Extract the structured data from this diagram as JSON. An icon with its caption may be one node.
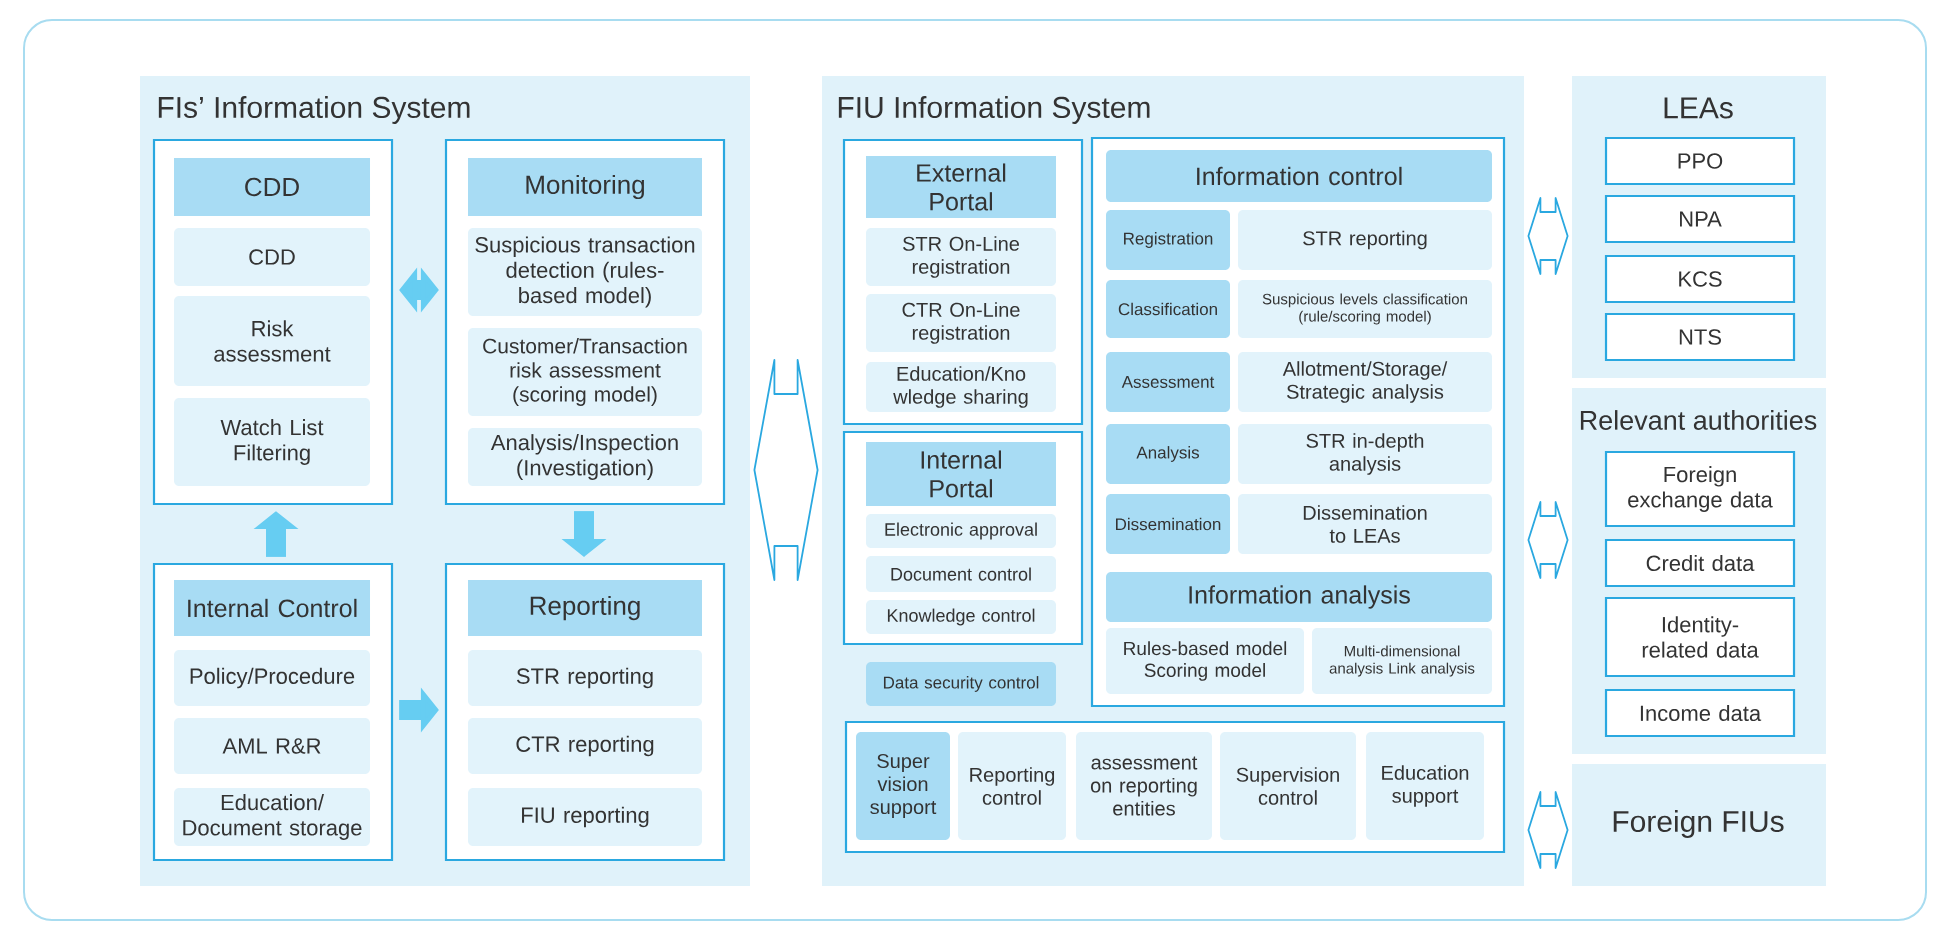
{
  "diagram": {
    "nodes": [
      {
        "text": [
          "FIs’ Information System"
        ]
      },
      {
        "text": [
          "CDD"
        ],
        "in": 0
      },
      {
        "text": [
          "CDD"
        ],
        "in": 1
      },
      {
        "text": [
          "Risk assessment"
        ],
        "in": 1
      },
      {
        "text": [
          "Watch List Filtering"
        ],
        "in": 1
      },
      {
        "text": [
          "Monitoring"
        ],
        "in": 0
      },
      {
        "text": [
          "Suspicious transaction detection (rules-based model)"
        ],
        "in": 5
      },
      {
        "text": [
          "Customer/Transaction risk assessment (scoring model)"
        ],
        "in": 5
      },
      {
        "text": [
          "Analysis/Inspection (Investigation)"
        ],
        "in": 5
      },
      {
        "text": [
          "Internal Control"
        ],
        "in": 0
      },
      {
        "text": [
          "Policy/Procedure"
        ],
        "in": 9
      },
      {
        "text": [
          "AML R&R"
        ],
        "in": 9
      },
      {
        "text": [
          "Education/ Document storage"
        ],
        "in": 9
      },
      {
        "text": [
          "Reporting"
        ],
        "in": 0
      },
      {
        "text": [
          "STR reporting"
        ],
        "in": 13
      },
      {
        "text": [
          "CTR reporting"
        ],
        "in": 13
      },
      {
        "text": [
          "FIU reporting"
        ],
        "in": 13
      },
      {
        "text": [
          "FIU Information System"
        ]
      },
      {
        "text": [
          "External Portal"
        ],
        "in": 17
      },
      {
        "text": [
          "STR On-Line registration"
        ],
        "in": 18
      },
      {
        "text": [
          "CTR On-Line registration"
        ],
        "in": 18
      },
      {
        "text": [
          "Education/Kno wledge sharing"
        ],
        "in": 18
      },
      {
        "text": [
          "Internal Portal"
        ],
        "in": 17
      },
      {
        "text": [
          "Electronic approval"
        ],
        "in": 22
      },
      {
        "text": [
          "Document control"
        ],
        "in": 22
      },
      {
        "text": [
          "Knowledge control"
        ],
        "in": 22
      },
      {
        "text": [
          "Data security control"
        ],
        "in": 17
      },
      {
        "text": [],
        "shape": "box",
        "in": 17
      },
      {
        "text": [
          "Information control"
        ],
        "in": 27
      },
      {
        "text": [
          "Registration"
        ],
        "in": 27
      },
      {
        "text": [
          "STR reporting"
        ],
        "in": 27
      },
      {
        "text": [
          "Classification"
        ],
        "in": 27
      },
      {
        "text": [
          "Suspicious levels classification (rule/scoring model)"
        ],
        "in": 27
      },
      {
        "text": [
          "Assessment"
        ],
        "in": 27
      },
      {
        "text": [
          "Allotment/Storage/ Strategic analysis"
        ],
        "in": 27
      },
      {
        "text": [
          "Analysis"
        ],
        "in": 27
      },
      {
        "text": [
          "STR in-depth analysis"
        ],
        "in": 27
      },
      {
        "text": [
          "Dissemination"
        ],
        "in": 27
      },
      {
        "text": [
          "Dissemination to LEAs"
        ],
        "in": 27
      },
      {
        "text": [
          "Information analysis"
        ],
        "in": 27
      },
      {
        "text": [
          "Rules-based model Scoring model"
        ],
        "in": 27
      },
      {
        "text": [
          "Multi-dimensional analysis Link analysis"
        ],
        "in": 27
      },
      {
        "text": [],
        "shape": "box",
        "in": 17
      },
      {
        "text": [
          "Super vision support"
        ],
        "in": 42
      },
      {
        "text": [
          "Reporting control"
        ],
        "in": 42
      },
      {
        "text": [
          "assessment on reporting entities"
        ],
        "in": 42
      },
      {
        "text": [
          "Supervision control"
        ],
        "in": 42
      },
      {
        "text": [
          "Education support"
        ],
        "in": 42
      },
      {
        "text": [
          "LEAs"
        ]
      },
      {
        "text": [
          "PPO"
        ],
        "in": 48
      },
      {
        "text": [
          "NPA"
        ],
        "in": 48
      },
      {
        "text": [
          "KCS"
        ],
        "in": 48
      },
      {
        "text": [
          "NTS"
        ],
        "in": 48
      },
      {
        "text": [
          "Relevant authorities"
        ]
      },
      {
        "text": [
          "Foreign exchange data"
        ],
        "in": 53
      },
      {
        "text": [
          "Credit data"
        ],
        "in": 53
      },
      {
        "text": [
          "Identity-related data"
        ],
        "in": 53
      },
      {
        "text": [
          "Income data"
        ],
        "in": 53
      },
      {
        "text": [
          "Foreign FIUs"
        ]
      }
    ],
    "edges": [
      {
        "from": 1,
        "to": 5,
        "arrow": "both",
        "color": "#66cdf2"
      },
      {
        "from": 9,
        "to": 1,
        "arrow": "to",
        "color": "#66cdf2"
      },
      {
        "from": 5,
        "to": 13,
        "arrow": "to",
        "color": "#66cdf2"
      },
      {
        "from": 9,
        "to": 13,
        "arrow": "to",
        "color": "#66cdf2"
      },
      {
        "from": 0,
        "to": 17,
        "arrow": "both"
      },
      {
        "from": 17,
        "to": 48,
        "arrow": "both"
      },
      {
        "from": 17,
        "to": 53,
        "arrow": "both"
      },
      {
        "from": 17,
        "to": 58,
        "arrow": "both"
      }
    ]
  }
}
